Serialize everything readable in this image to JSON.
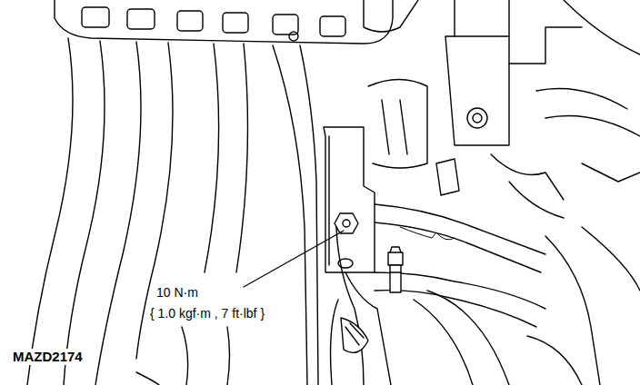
{
  "diagram": {
    "labels": [
      "10 N·m",
      "{ 1.0 kgf·m , 7 ft·lbf }",
      "MAZD2174"
    ]
  }
}
